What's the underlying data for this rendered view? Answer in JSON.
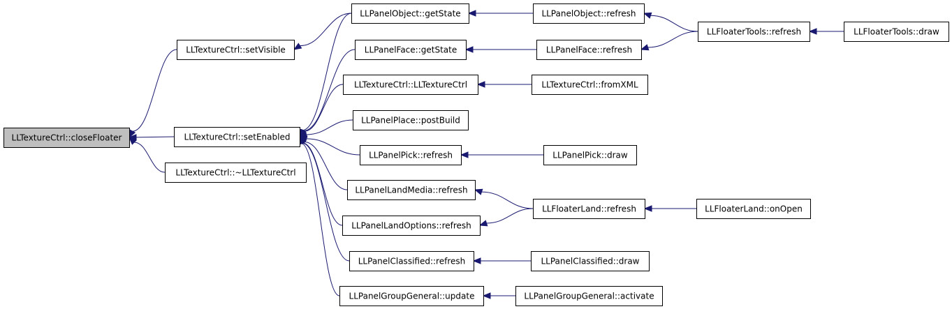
{
  "graph": {
    "accent_color": "#191970",
    "root_fill": "#bfbfbf",
    "nodes": {
      "closeFloater": {
        "label": "LLTextureCtrl::closeFloater",
        "root": true
      },
      "setVisible": {
        "label": "LLTextureCtrl::setVisible"
      },
      "setEnabled": {
        "label": "LLTextureCtrl::setEnabled"
      },
      "destructor": {
        "label": "LLTextureCtrl::~LLTextureCtrl"
      },
      "objGetState": {
        "label": "LLPanelObject::getState"
      },
      "faceGetState": {
        "label": "LLPanelFace::getState"
      },
      "ctor": {
        "label": "LLTextureCtrl::LLTextureCtrl"
      },
      "placePostBuild": {
        "label": "LLPanelPlace::postBuild"
      },
      "pickRefresh": {
        "label": "LLPanelPick::refresh"
      },
      "landMediaRefresh": {
        "label": "LLPanelLandMedia::refresh"
      },
      "landOptionsRefresh": {
        "label": "LLPanelLandOptions::refresh"
      },
      "classifiedRefresh": {
        "label": "LLPanelClassified::refresh"
      },
      "groupUpdate": {
        "label": "LLPanelGroupGeneral::update"
      },
      "objRefresh": {
        "label": "LLPanelObject::refresh"
      },
      "faceRefresh": {
        "label": "LLPanelFace::refresh"
      },
      "fromXML": {
        "label": "LLTextureCtrl::fromXML"
      },
      "pickDraw": {
        "label": "LLPanelPick::draw"
      },
      "floaterLandRefresh": {
        "label": "LLFloaterLand::refresh"
      },
      "classifiedDraw": {
        "label": "LLPanelClassified::draw"
      },
      "groupActivate": {
        "label": "LLPanelGroupGeneral::activate"
      },
      "toolsRefresh": {
        "label": "LLFloaterTools::refresh"
      },
      "onOpen": {
        "label": "LLFloaterLand::onOpen"
      },
      "toolsDraw": {
        "label": "LLFloaterTools::draw"
      }
    },
    "edges": [
      {
        "from": "setVisible",
        "to": "closeFloater"
      },
      {
        "from": "setEnabled",
        "to": "closeFloater"
      },
      {
        "from": "destructor",
        "to": "closeFloater"
      },
      {
        "from": "objGetState",
        "to": "setVisible"
      },
      {
        "from": "objGetState",
        "to": "setEnabled"
      },
      {
        "from": "faceGetState",
        "to": "setEnabled"
      },
      {
        "from": "ctor",
        "to": "setEnabled"
      },
      {
        "from": "placePostBuild",
        "to": "setEnabled"
      },
      {
        "from": "pickRefresh",
        "to": "setEnabled"
      },
      {
        "from": "landMediaRefresh",
        "to": "setEnabled"
      },
      {
        "from": "landOptionsRefresh",
        "to": "setEnabled"
      },
      {
        "from": "classifiedRefresh",
        "to": "setEnabled"
      },
      {
        "from": "groupUpdate",
        "to": "setEnabled"
      },
      {
        "from": "objRefresh",
        "to": "objGetState"
      },
      {
        "from": "faceRefresh",
        "to": "faceGetState"
      },
      {
        "from": "fromXML",
        "to": "ctor"
      },
      {
        "from": "pickDraw",
        "to": "pickRefresh"
      },
      {
        "from": "floaterLandRefresh",
        "to": "landMediaRefresh"
      },
      {
        "from": "floaterLandRefresh",
        "to": "landOptionsRefresh"
      },
      {
        "from": "classifiedDraw",
        "to": "classifiedRefresh"
      },
      {
        "from": "groupActivate",
        "to": "groupUpdate"
      },
      {
        "from": "toolsRefresh",
        "to": "objRefresh"
      },
      {
        "from": "toolsRefresh",
        "to": "faceRefresh"
      },
      {
        "from": "onOpen",
        "to": "floaterLandRefresh"
      },
      {
        "from": "toolsDraw",
        "to": "toolsRefresh"
      }
    ]
  }
}
